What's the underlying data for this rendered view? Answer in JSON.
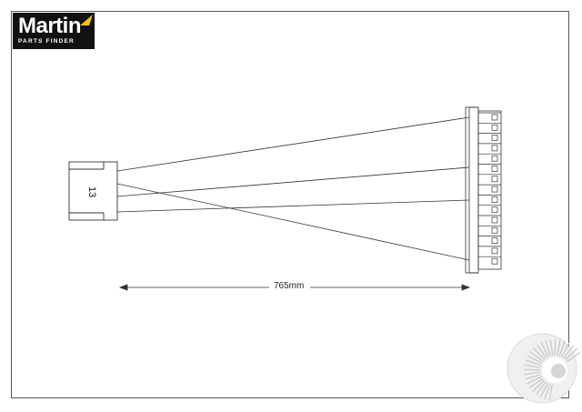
{
  "logo": {
    "brand": "Martin",
    "tagline": "PARTS FINDER",
    "accent_color": "#f2c500"
  },
  "drawing": {
    "connector_label": "13",
    "dimension_label": "765mm"
  },
  "watermark": {
    "icon": "martin-sunburst-icon"
  }
}
